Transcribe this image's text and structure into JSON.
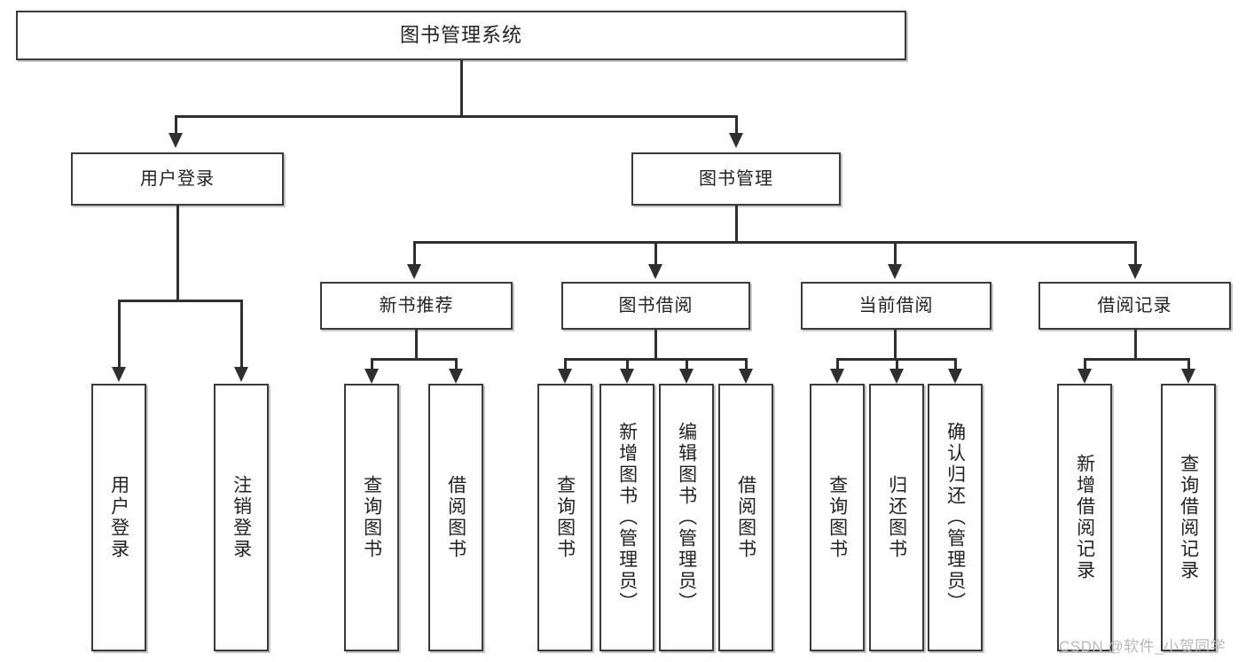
{
  "diagram": {
    "title": "图书管理系统",
    "type": "tree-hierarchy",
    "watermark": "CSDN @软件_小贺同学"
  },
  "nodes": {
    "root": {
      "label": "图书管理系统"
    },
    "level1": [
      {
        "label": "用户登录"
      },
      {
        "label": "图书管理"
      }
    ],
    "level2": [
      {
        "label": "新书推荐"
      },
      {
        "label": "图书借阅"
      },
      {
        "label": "当前借阅"
      },
      {
        "label": "借阅记录"
      }
    ],
    "leaves": {
      "user_login": [
        {
          "label": "用户登录"
        },
        {
          "label": "注销登录"
        }
      ],
      "new_book_recommend": [
        {
          "label": "查询图书"
        },
        {
          "label": "借阅图书"
        }
      ],
      "book_borrow": [
        {
          "label": "查询图书"
        },
        {
          "label": "新增图书（管理员）"
        },
        {
          "label": "编辑图书（管理员）"
        },
        {
          "label": "借阅图书"
        }
      ],
      "current_borrow": [
        {
          "label": "查询图书"
        },
        {
          "label": "归还图书"
        },
        {
          "label": "确认归还（管理员）"
        }
      ],
      "borrow_record": [
        {
          "label": "新增借阅记录"
        },
        {
          "label": "查询借阅记录"
        }
      ]
    }
  },
  "colors": {
    "stroke": "#3a3a3a",
    "connector": "#2f2f2f",
    "background": "#ffffff",
    "text": "#222222",
    "watermark": "#b9b9b9"
  }
}
